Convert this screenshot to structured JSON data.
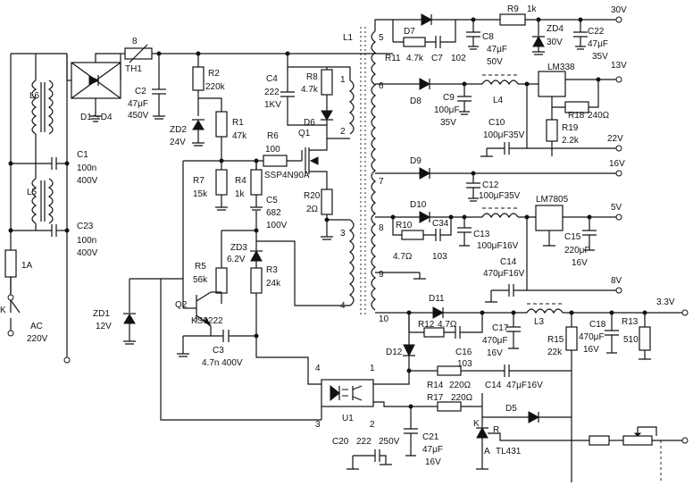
{
  "labels": {
    "l1": "L1",
    "l6": "L6",
    "l5": "L5",
    "l3": "L3",
    "l4": "L4",
    "fuse": "1A",
    "switch": "K",
    "ac": "AC",
    "ac_v": "220V",
    "c1": "C1",
    "c1_v1": "100n",
    "c1_v2": "400V",
    "c23": "C23",
    "c23_v1": "100n",
    "c23_v2": "400V",
    "bridge": "D1～D4",
    "th_num": "8",
    "th1": "TH1",
    "c2": "C2",
    "c2_v1": "47μF",
    "c2_v2": "450V",
    "r2": "R2",
    "r2_v": "220k",
    "zd2": "ZD2",
    "zd2_v": "24V",
    "r1": "R1",
    "r1_v": "47k",
    "c4": "C4",
    "c4_v1": "222",
    "c4_v2": "1KV",
    "r8": "R8",
    "r8_v": "4.7k",
    "d6": "D6",
    "r6": "R6",
    "r6_v": "100",
    "q1": "Q1",
    "q1_part": "SSP4N90A",
    "r7": "R7",
    "r7_v": "15k",
    "r4": "R4",
    "r4_v": "1k",
    "c5": "C5",
    "c5_v1": "682",
    "c5_v2": "100V",
    "r20": "R20",
    "r20_v": "2Ω",
    "zd3": "ZD3",
    "zd3_v": "6.2V",
    "r5": "R5",
    "r5_v": "56k",
    "r3": "R3",
    "r3_v": "24k",
    "q2": "Q2",
    "q2_part": "KS9222",
    "c3": "C3",
    "c3_v": "4.7n 400V",
    "zd1": "ZD1",
    "zd1_v": "12V",
    "p1": "1",
    "p2": "2",
    "p3": "3",
    "p4": "4",
    "p5": "5",
    "p6": "6",
    "p7": "7",
    "p8": "8",
    "p9": "9",
    "p10": "10",
    "d7": "D7",
    "r11": "R11",
    "r11_v": "4.7k",
    "c7": "C7",
    "c7_v": "102",
    "c8": "C8",
    "c8_v1": "47μF",
    "c8_v2": "50V",
    "r9": "R9",
    "r9_v": "1k",
    "zd4": "ZD4",
    "zd4_v": "30V",
    "c22": "C22",
    "c22_v1": "47μF",
    "c22_v2": "35V",
    "v30": "30V",
    "d8": "D8",
    "c9": "C9",
    "c9_v1": "100μF",
    "c9_v2": "35V",
    "lm338": "LM338",
    "v13": "13V",
    "r18": "R18",
    "r18_v": "240Ω",
    "r19": "R19",
    "r19_v": "2.2k",
    "c10": "C10",
    "c10_v": "100μF35V",
    "v22": "22V",
    "d9": "D9",
    "v16": "16V",
    "c12": "C12",
    "c12_v": "100μF35V",
    "d10": "D10",
    "lm7805": "LM7805",
    "v5": "5V",
    "r10": "R10",
    "r10_v": "4.7Ω",
    "c34": "C34",
    "c34_v": "103",
    "c13": "C13",
    "c13_v": "100μF16V",
    "c15": "C15",
    "c15_v1": "220μF",
    "c15_v2": "16V",
    "c14a": "C14",
    "c14a_v": "470μF16V",
    "v8": "8V",
    "d11": "D11",
    "v33": "3.3V",
    "r12": "R12",
    "r12_v": "4.7Ω",
    "c17": "C17",
    "c17_v1": "470μF",
    "c17_v2": "16V",
    "r15": "R15",
    "r15_v": "22k",
    "c18": "C18",
    "c18_v1": "470μF",
    "c18_v2": "16V",
    "r13": "R13",
    "r13_v": "510",
    "d12": "D12",
    "c16": "C16",
    "c16_v": "103",
    "r14": "R14",
    "r14_v": "220Ω",
    "c14b": "C14",
    "c14b_v": "47μF16V",
    "u1": "U1",
    "r17": "R17",
    "r17_v": "220Ω",
    "d5": "D5",
    "tl_k": "K",
    "tl_r": "R",
    "tl_a": "A",
    "tl431": "TL431",
    "c20": "C20",
    "c20_v": "222",
    "c20_v2": "250V",
    "c21": "C21",
    "c21_v1": "47μF",
    "c21_v2": "16V",
    "u_p1": "1",
    "u_p2": "2",
    "u_p3": "3",
    "u_p4": "4"
  }
}
